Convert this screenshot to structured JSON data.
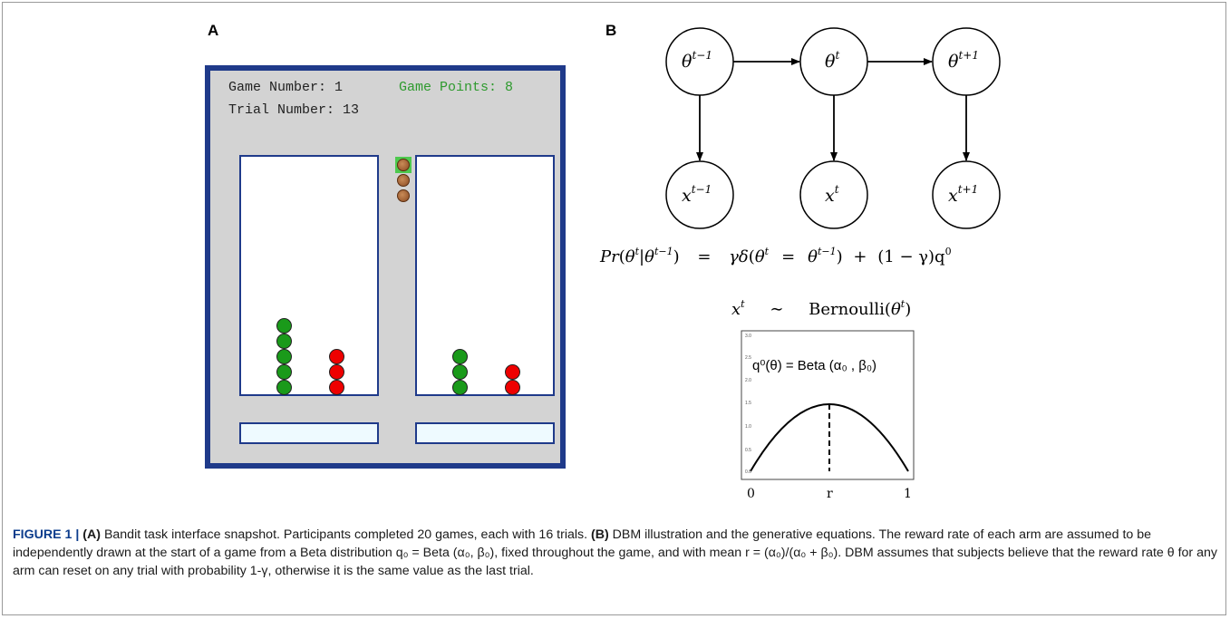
{
  "panel_a": {
    "letter": "A",
    "game_number_label": "Game Number: 1",
    "game_points_label": "Game Points: 8",
    "trial_number_label": "Trial Number: 13",
    "coins_remaining": 3,
    "left_arm": {
      "successes": 5,
      "failures": 3
    },
    "right_arm": {
      "successes": 3,
      "failures": 2
    },
    "colors": {
      "frame": "#1f3a8a",
      "background": "#d3d3d3",
      "success": "#1a9a1a",
      "failure": "#ee0000",
      "points_text": "#2e9a2e"
    }
  },
  "panel_b": {
    "letter": "B",
    "nodes": {
      "theta_prev": "t−1",
      "theta_cur": "t",
      "theta_next": "t+1",
      "x_prev": "t−1",
      "x_cur": "t",
      "x_next": "t+1"
    },
    "theta_symbol": "θ",
    "x_symbol": "x",
    "equation1": {
      "lhs": "Pr",
      "rhs_gamma": "γδ",
      "rhs_term": "(1 − γ)q",
      "rhs_term_sup": "0"
    },
    "equation2": {
      "dist": "Bernoulli"
    },
    "inset": {
      "formula": "q⁰(θ) = Beta (α₀ , β₀)",
      "x_ticks": [
        "0",
        "r",
        "1"
      ],
      "y_ticks": [
        "0.0",
        "0.5",
        "1.0",
        "1.5",
        "2.0",
        "2.5",
        "3.0"
      ]
    }
  },
  "caption": {
    "figure_label": "FIGURE 1 |",
    "a_label": "(A)",
    "a_text": " Bandit task interface snapshot. Participants completed 20 games, each with 16 trials. ",
    "b_label": "(B)",
    "b_text": " DBM illustration and the generative equations. The reward rate of each arm are assumed to be independently drawn at the start of a game from a Beta distribution q₀ = Beta (α₀, β₀), fixed throughout the game, and with mean r = (α₀)/(α₀ + β₀). DBM assumes that subjects believe that the reward rate θ for any arm can reset on any trial with probability 1-γ, otherwise it is the same value as the last trial."
  }
}
